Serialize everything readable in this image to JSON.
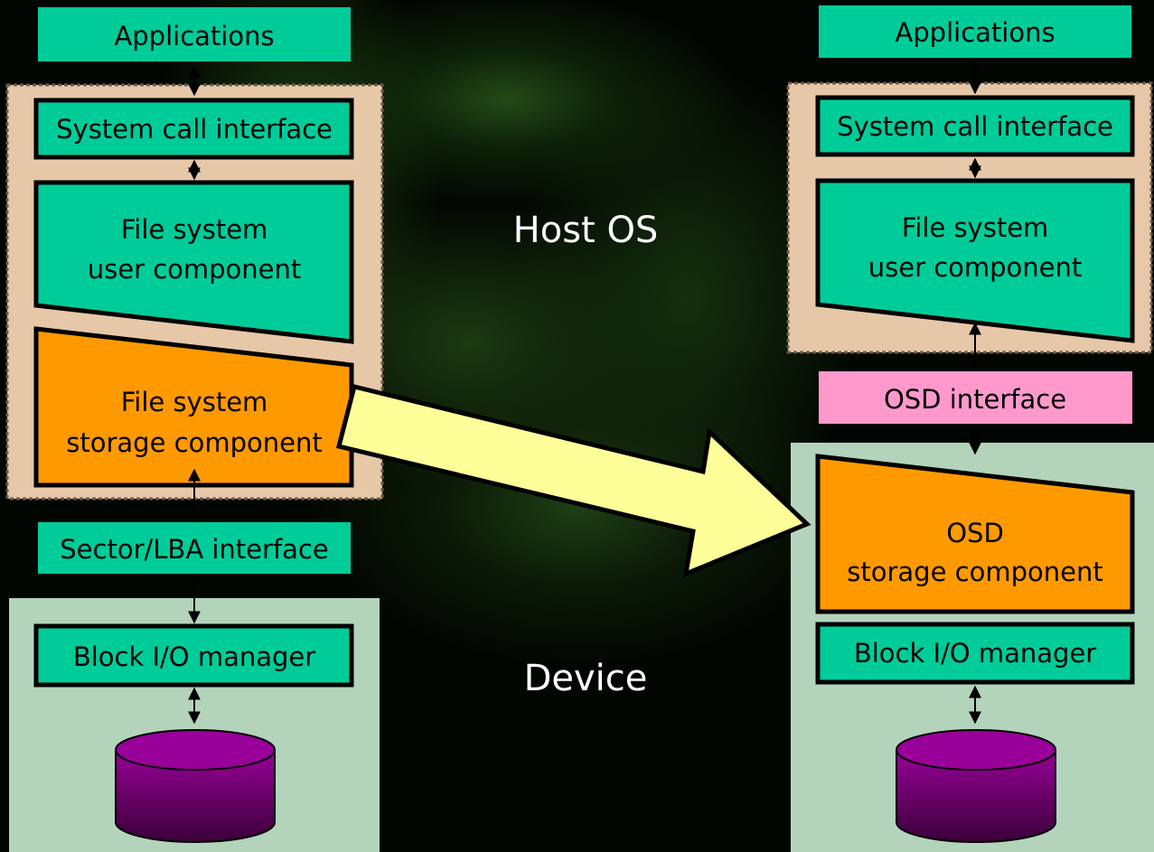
{
  "left_stack": {
    "applications": "Applications",
    "system_call": "System call interface",
    "fs_user_line1": "File system",
    "fs_user_line2": "user component",
    "fs_storage_line1": "File system",
    "fs_storage_line2": "storage component",
    "sector_interface": "Sector/LBA interface",
    "block_io": "Block I/O manager"
  },
  "right_stack": {
    "applications": "Applications",
    "system_call": "System call interface",
    "fs_user_line1": "File system",
    "fs_user_line2": "user component",
    "osd_interface": "OSD interface",
    "osd_storage_line1": "OSD",
    "osd_storage_line2": "storage component",
    "block_io": "Block I/O manager"
  },
  "labels": {
    "host_os": "Host OS",
    "device": "Device"
  },
  "colors": {
    "teal_box": "#00cc99",
    "orange_box": "#ff9900",
    "pink_box": "#ff99cc",
    "host_region": "#e6c8a8",
    "device_region": "#b3d4bb",
    "arrow_fill": "#ffff99",
    "disk_top": "#990099",
    "disk_body": "#660066"
  },
  "icons": [
    "disk-icon",
    "migration-arrow-icon",
    "double-arrow-icon"
  ]
}
